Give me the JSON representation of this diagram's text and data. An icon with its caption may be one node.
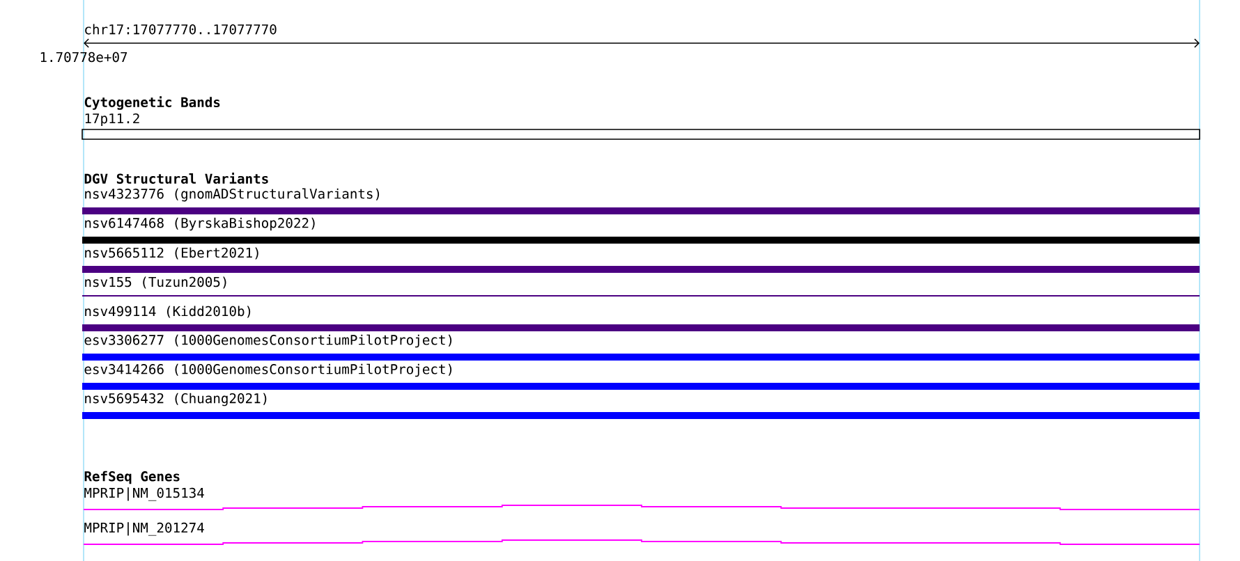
{
  "diagram": {
    "nodes": [
      {
        "text": [
          "17p11.2"
        ]
      },
      {
        "text": [
          "nsv4323776 (gnomADStructuralVariants)"
        ]
      },
      {
        "text": [
          "nsv6147468 (ByrskaBishop2022)"
        ]
      },
      {
        "text": [
          "nsv5665112 (Ebert2021)"
        ]
      },
      {
        "text": [
          "nsv155 (Tuzun2005)"
        ]
      },
      {
        "text": [
          "nsv499114 (Kidd2010b)"
        ]
      },
      {
        "text": [
          "esv3306277 (1000GenomesConsortiumPilotProject)"
        ]
      },
      {
        "text": [
          "esv3414266 (1000GenomesConsortiumPilotProject)"
        ]
      },
      {
        "text": [
          "nsv5695432 (Chuang2021)"
        ]
      },
      {
        "text": [
          "MPRIP|NM_015134"
        ]
      },
      {
        "text": [
          "MPRIP|NM_201274"
        ]
      }
    ],
    "labels": [
      "chr17:17077770..17077770",
      "1.70778e+07",
      "Cytogenetic Bands",
      "DGV Structural Variants",
      "RefSeq Genes"
    ]
  }
}
